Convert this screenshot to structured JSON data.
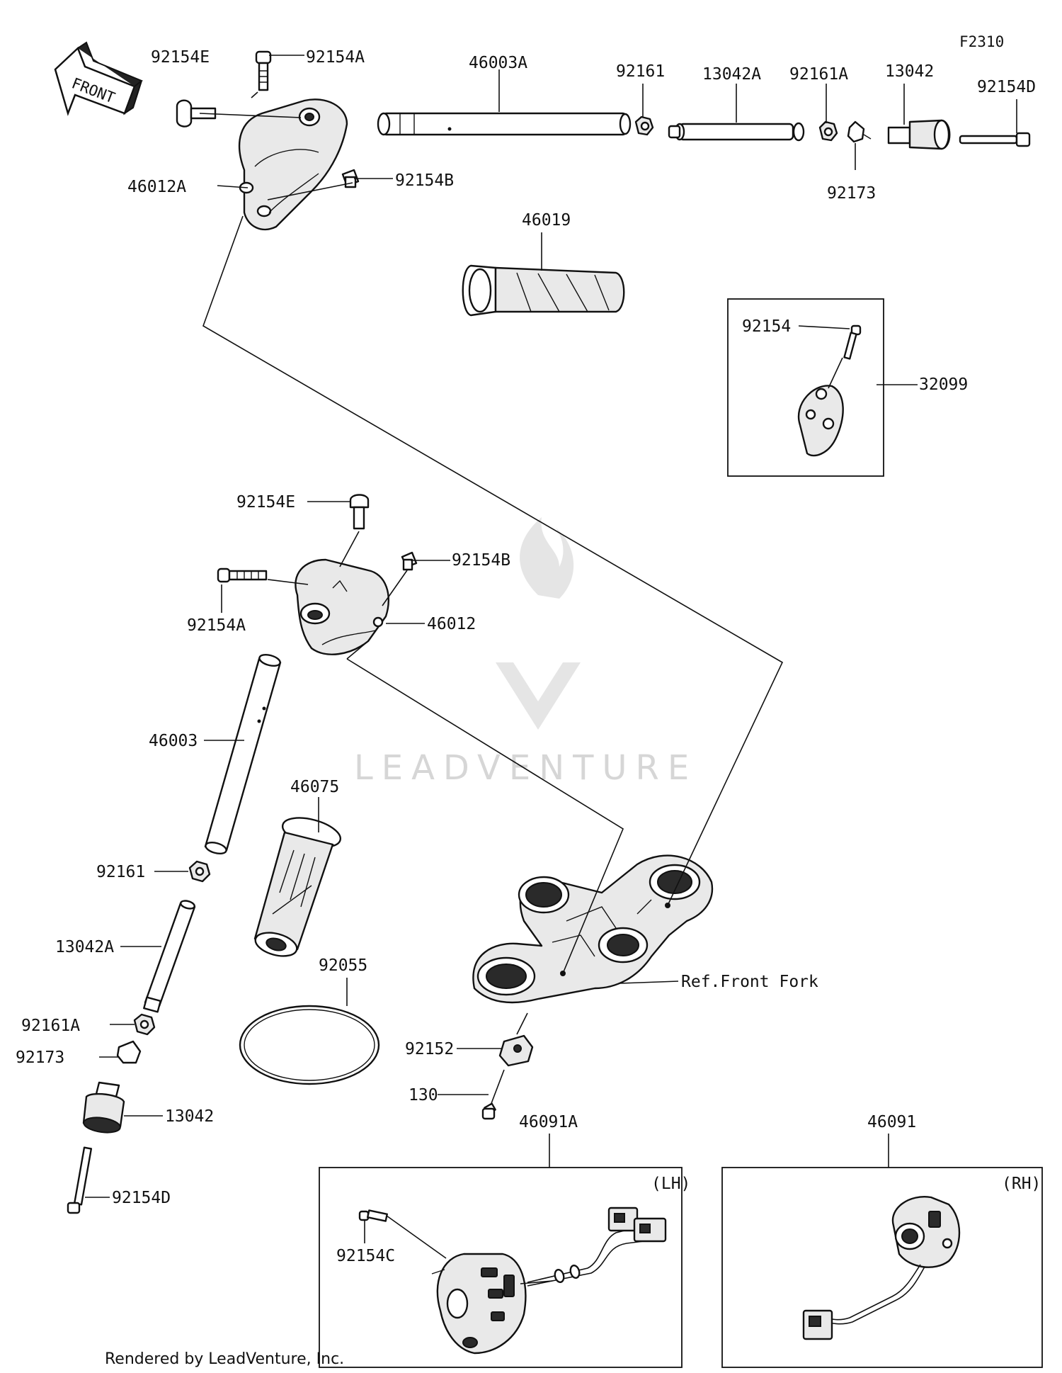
{
  "diagram_code": "F2310",
  "front_label": "FRONT",
  "labels": {
    "l_92154E_top": "92154E",
    "l_92154A_top": "92154A",
    "l_46003A": "46003A",
    "l_92161_top": "92161",
    "l_13042A_top": "13042A",
    "l_92161A_top": "92161A",
    "l_13042_top": "13042",
    "l_92154D_top": "92154D",
    "l_46012A": "46012A",
    "l_92154B_top": "92154B",
    "l_92173_top": "92173",
    "l_46019": "46019",
    "l_92154_inset": "92154",
    "l_32099": "32099",
    "l_92154E_mid": "92154E",
    "l_92154B_mid": "92154B",
    "l_92154A_mid": "92154A",
    "l_46012": "46012",
    "l_46003": "46003",
    "l_46075": "46075",
    "l_92161_low": "92161",
    "l_13042A_low": "13042A",
    "l_92055": "92055",
    "l_ref_front_fork": "Ref.Front Fork",
    "l_92152": "92152",
    "l_92161A_low": "92161A",
    "l_92173_low": "92173",
    "l_130": "130",
    "l_13042_low": "13042",
    "l_46091A": "46091A",
    "l_46091": "46091",
    "l_92154D_low": "92154D",
    "l_92154C": "92154C",
    "l_lh": "(LH)",
    "l_rh": "(RH)"
  },
  "watermark": "LEADVENTURE",
  "footer": "Rendered by LeadVenture, Inc."
}
